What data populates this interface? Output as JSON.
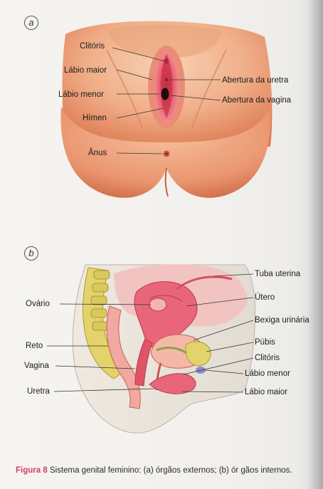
{
  "panel_a": {
    "letter": "a",
    "labels": {
      "clitoris": "Clitóris",
      "labio_maior": "Lábio maior",
      "labio_menor": "Lábio menor",
      "himen": "Hímen",
      "anus": "Ânus",
      "abertura_uretra": "Abertura da uretra",
      "abertura_vagina": "Abertura da vagina"
    }
  },
  "panel_b": {
    "letter": "b",
    "labels": {
      "ovario": "Ovário",
      "reto": "Reto",
      "vagina": "Vagina",
      "uretra": "Uretra",
      "tuba_uterina": "Tuba uterina",
      "utero": "Útero",
      "bexiga_urinaria": "Bexiga urinária",
      "pubis": "Púbis",
      "clitoris": "Clitóris",
      "labio_menor": "Lábio menor",
      "labio_maior": "Lábio maior"
    }
  },
  "caption": {
    "figure_number": "Figura 8",
    "text": "Sistema genital feminino: (a) órgãos externos; (b) ór gãos internos."
  },
  "colors": {
    "skin_light": "#f6c7a6",
    "skin_mid": "#eaa07c",
    "skin_dark": "#d8704c",
    "tissue_pink": "#e9667a",
    "tissue_light": "#f4b2b6",
    "bone_yellow": "#e4d36a",
    "caption_accent": "#d43a6a"
  }
}
